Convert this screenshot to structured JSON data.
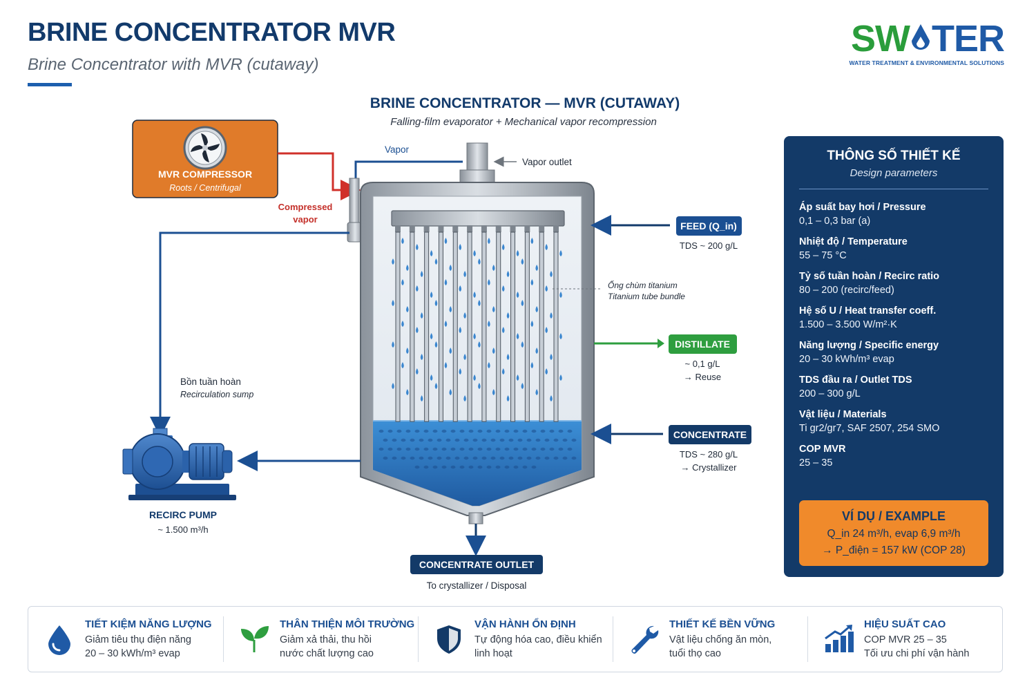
{
  "header": {
    "title": "BRINE CONCENTRATOR MVR",
    "subtitle": "Brine Concentrator with MVR (cutaway)"
  },
  "logo": {
    "word_part1": "SW",
    "word_part2": "TER",
    "tagline": "WATER TREATMENT & ENVIRONMENTAL SOLUTIONS"
  },
  "diagram": {
    "title": "BRINE CONCENTRATOR — MVR (CUTAWAY)",
    "subtitle": "Falling-film evaporator + Mechanical vapor recompression",
    "compressor": {
      "name": "MVR COMPRESSOR",
      "type": "Roots / Centrifugal"
    },
    "vapor_label": "Vapor",
    "vapor_outlet_label": "Vapor outlet",
    "compressed_vapor_label": [
      "Compressed",
      "vapor"
    ],
    "feed": {
      "label": "FEED (Q_in)",
      "note": "TDS ~ 200 g/L"
    },
    "tube_bundle": {
      "vi": "Ống chùm titanium",
      "en": "Titanium tube bundle"
    },
    "distillate": {
      "label": "DISTILLATE",
      "note1": "~ 0,1 g/L",
      "note2": "→ Reuse"
    },
    "concentrate": {
      "label": "CONCENTRATE",
      "note1": "TDS ~ 280 g/L",
      "note2": "→ Crystallizer"
    },
    "sump": {
      "vi": "Bồn tuần hoàn",
      "en": "Recirculation sump"
    },
    "pump": {
      "label": "RECIRC PUMP",
      "note": "~ 1.500 m³/h"
    },
    "outlet": {
      "label": "CONCENTRATE OUTLET",
      "note": "To crystallizer / Disposal"
    }
  },
  "params": {
    "title": "THÔNG SỐ THIẾT KẾ",
    "subtitle": "Design parameters",
    "items": [
      {
        "label": "Áp suất bay hơi / Pressure",
        "value": "0,1 – 0,3 bar (a)"
      },
      {
        "label": "Nhiệt độ / Temperature",
        "value": "55 – 75 °C"
      },
      {
        "label": "Tỷ số tuần hoàn / Recirc ratio",
        "value": "80 – 200 (recirc/feed)"
      },
      {
        "label": "Hệ số U / Heat transfer coeff.",
        "value": "1.500 – 3.500 W/m²·K"
      },
      {
        "label": "Năng lượng / Specific energy",
        "value": "20 – 30 kWh/m³ evap"
      },
      {
        "label": "TDS đầu ra / Outlet TDS",
        "value": "200 – 300 g/L"
      },
      {
        "label": "Vật liệu / Materials",
        "value": "Ti gr2/gr7, SAF 2507, 254 SMO"
      },
      {
        "label": "COP MVR",
        "value": "25 – 35"
      }
    ],
    "example": {
      "title": "VÍ DỤ / EXAMPLE",
      "line1": "Q_in 24 m³/h, evap 6,9 m³/h",
      "line2": "→ P_điện = 157 kW (COP 28)"
    }
  },
  "features": [
    {
      "icon": "water-drop-icon",
      "title": "TIẾT KIỆM NĂNG LƯỢNG",
      "line1": "Giảm tiêu thụ điện năng",
      "line2": "20 – 30 kWh/m³ evap"
    },
    {
      "icon": "leaf-icon",
      "title": "THÂN THIỆN MÔI TRƯỜNG",
      "line1": "Giảm xả thải, thu hồi",
      "line2": "nước chất lượng cao"
    },
    {
      "icon": "shield-icon",
      "title": "VẬN HÀNH ỔN ĐỊNH",
      "line1": "Tự động hóa cao, điều khiển",
      "line2": "linh hoạt"
    },
    {
      "icon": "wrench-icon",
      "title": "THIẾT KẾ BỀN VỮNG",
      "line1": "Vật liệu chống ăn mòn,",
      "line2": "tuổi thọ cao"
    },
    {
      "icon": "bar-chart-icon",
      "title": "HIỆU SUẤT CAO",
      "line1": "COP MVR 25 – 35",
      "line2": "Tối ưu chi phí vận hành"
    }
  ],
  "colors": {
    "navy": "#133a68",
    "blue": "#1d5fae",
    "orange": "#e07b2a",
    "red": "#d0302a",
    "green": "#2e9e3f",
    "water": "#2f7fc8"
  }
}
